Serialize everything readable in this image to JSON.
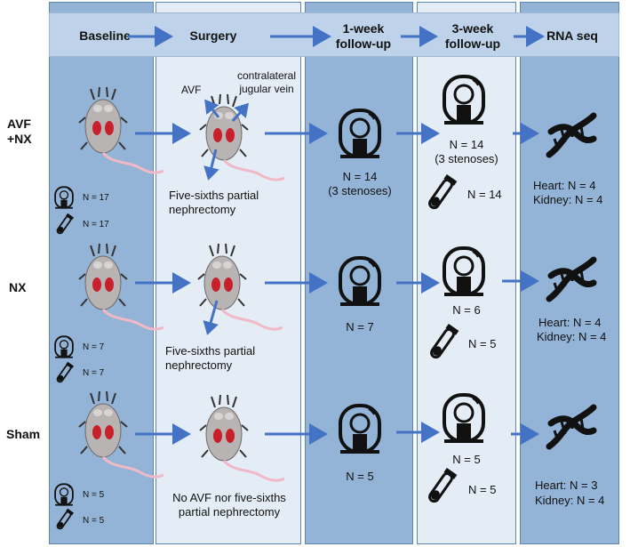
{
  "header": {
    "stages": [
      "Baseline",
      "Surgery",
      "1-week\nfollow-up",
      "3-week\nfollow-up",
      "RNA seq"
    ]
  },
  "groups": [
    {
      "name": "AVF\n+NX",
      "baseline_ct": "N = 17",
      "baseline_blood": "N = 17",
      "surgery_labels": [
        "AVF",
        "contralateral\njugular vein"
      ],
      "surgery_text": "Five-sixths partial\nnephrectomy",
      "week1": "N = 14\n(3 stenoses)",
      "week3": "N = 14\n(3 stenoses)",
      "week3_blood": "N = 14",
      "rna_heart": "Heart: N = 4",
      "rna_kidney": "Kidney: N = 4"
    },
    {
      "name": "NX",
      "baseline_ct": "N = 7",
      "baseline_blood": "N = 7",
      "surgery_text": "Five-sixths partial\nnephrectomy",
      "week1": "N = 7",
      "week3": "N = 6",
      "week3_blood": "N = 5",
      "rna_heart": "Heart: N = 4",
      "rna_kidney": "Kidney: N = 4"
    },
    {
      "name": "Sham",
      "baseline_ct": "N = 5",
      "baseline_blood": "N = 5",
      "surgery_text": "No AVF nor five-sixths\npartial nephrectomy",
      "week1": "N = 5",
      "week3": "N = 5",
      "week3_blood": "N = 5",
      "rna_heart": "Heart: N = 3",
      "rna_kidney": "Kidney: N = 4"
    }
  ],
  "colors": {
    "dark_column": "#93b4d6",
    "light_column": "#e4ecf5",
    "banner": "#bed3e9",
    "arrow": "#4472c4"
  },
  "icons": [
    "rat-icon",
    "ct-scanner-icon",
    "blood-tube-icon",
    "dna-icon",
    "arrow-icon"
  ]
}
